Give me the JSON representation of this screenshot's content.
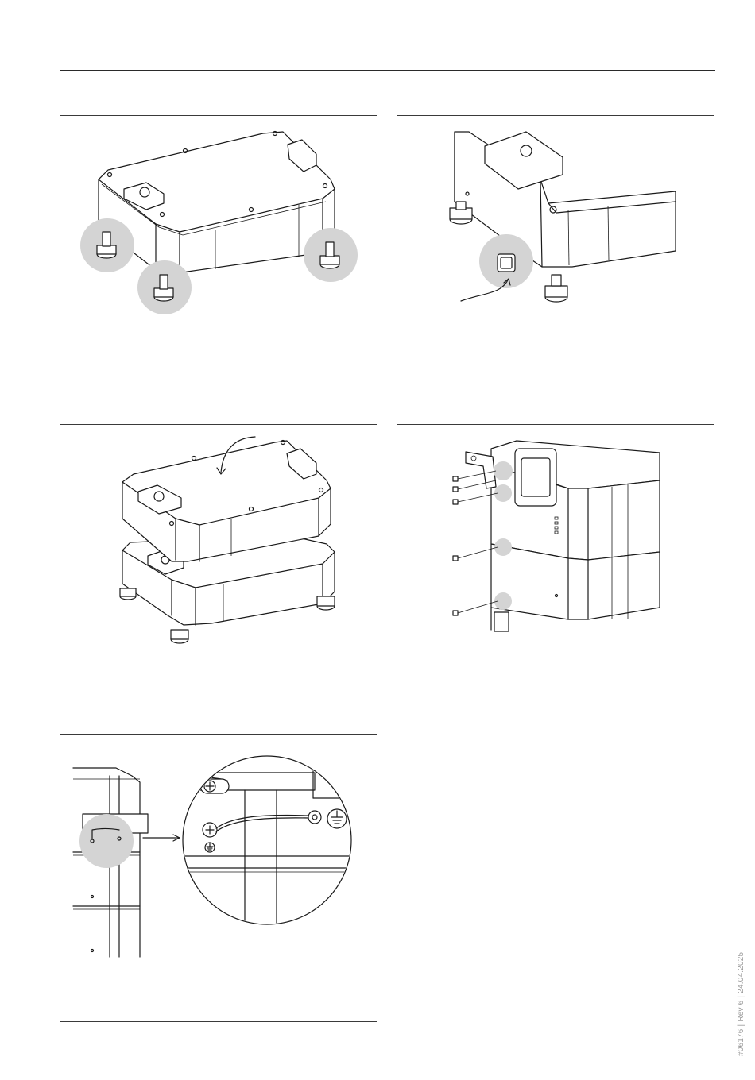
{
  "document": {
    "footer_code": "#06176 | Rev 6 | 24.04.2025"
  },
  "colors": {
    "line": "#1a1a1a",
    "highlight": "#d4d4d4",
    "frame": "#3a3a3a",
    "footer_text": "#9a9a9a"
  },
  "panels": [
    {
      "id": "step-1",
      "depicts": "feet-on-base-module-illustration"
    },
    {
      "id": "step-2",
      "depicts": "connector-cover-illustration"
    },
    {
      "id": "step-3",
      "depicts": "stacking-modules-illustration"
    },
    {
      "id": "step-4",
      "depicts": "bracket-screws-illustration"
    },
    {
      "id": "step-5",
      "depicts": "ground-cable-detail-illustration"
    }
  ]
}
